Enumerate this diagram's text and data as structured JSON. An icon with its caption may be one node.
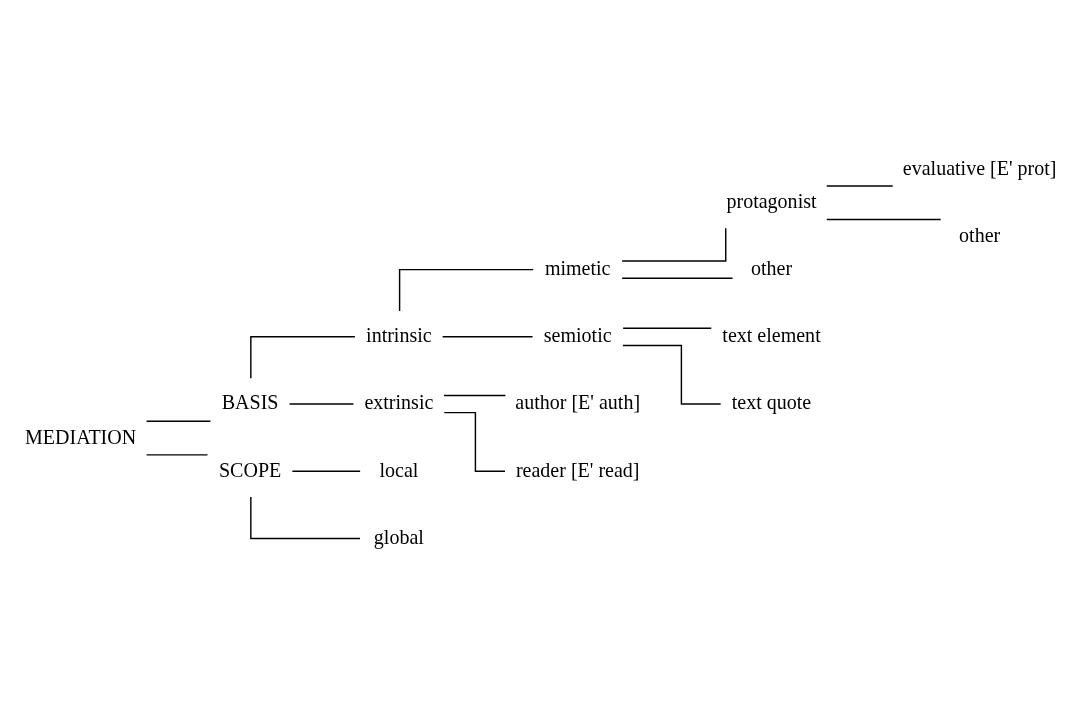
{
  "diagram": {
    "nodes": [
      {
        "text": [
          "MEDIATION"
        ]
      },
      {
        "text": [
          "BASIS"
        ]
      },
      {
        "text": [
          "intrinsic"
        ]
      },
      {
        "text": [
          "mimetic"
        ]
      },
      {
        "text": [
          "protagonist"
        ]
      },
      {
        "text": [
          "evaluative [E' prot]"
        ]
      },
      {
        "text": [
          "other"
        ]
      },
      {
        "text": [
          "other"
        ]
      },
      {
        "text": [
          "semiotic"
        ]
      },
      {
        "text": [
          "text element"
        ]
      },
      {
        "text": [
          "text quote"
        ]
      },
      {
        "text": [
          "extrinsic"
        ]
      },
      {
        "text": [
          "author [E' auth]"
        ]
      },
      {
        "text": [
          "reader [E' read]"
        ]
      },
      {
        "text": [
          "SCOPE"
        ]
      },
      {
        "text": [
          "local"
        ]
      },
      {
        "text": [
          "global"
        ]
      }
    ],
    "edges": [
      {
        "from": 0,
        "to": 1,
        "arrow": "none"
      },
      {
        "from": 0,
        "to": 14,
        "arrow": "none"
      },
      {
        "from": 1,
        "to": 2,
        "arrow": "none"
      },
      {
        "from": 1,
        "to": 11,
        "arrow": "none"
      },
      {
        "from": 2,
        "to": 3,
        "arrow": "none"
      },
      {
        "from": 2,
        "to": 8,
        "arrow": "none"
      },
      {
        "from": 3,
        "to": 4,
        "arrow": "none"
      },
      {
        "from": 3,
        "to": 7,
        "arrow": "none"
      },
      {
        "from": 4,
        "to": 5,
        "arrow": "none"
      },
      {
        "from": 4,
        "to": 6,
        "arrow": "none"
      },
      {
        "from": 8,
        "to": 9,
        "arrow": "none"
      },
      {
        "from": 8,
        "to": 10,
        "arrow": "none"
      },
      {
        "from": 11,
        "to": 12,
        "arrow": "none"
      },
      {
        "from": 11,
        "to": 13,
        "arrow": "none"
      },
      {
        "from": 14,
        "to": 15,
        "arrow": "none"
      },
      {
        "from": 14,
        "to": 16,
        "arrow": "none"
      }
    ]
  }
}
